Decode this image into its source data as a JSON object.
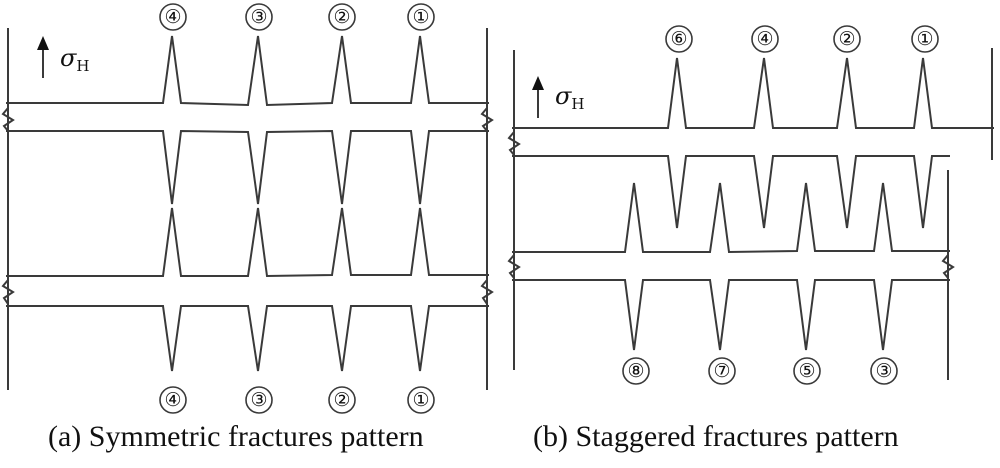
{
  "stress": {
    "symbol": "σ",
    "subscript": "H"
  },
  "panel_a": {
    "caption": "(a) Symmetric fractures pattern",
    "top_labels": [
      "④",
      "③",
      "②",
      "①"
    ],
    "bottom_labels": [
      "④",
      "③",
      "②",
      "①"
    ]
  },
  "panel_b": {
    "caption": "(b) Staggered fractures pattern",
    "upper_labels": [
      "⑥",
      "④",
      "②",
      "①"
    ],
    "lower_labels": [
      "⑧",
      "⑦",
      "⑤",
      "③"
    ]
  }
}
